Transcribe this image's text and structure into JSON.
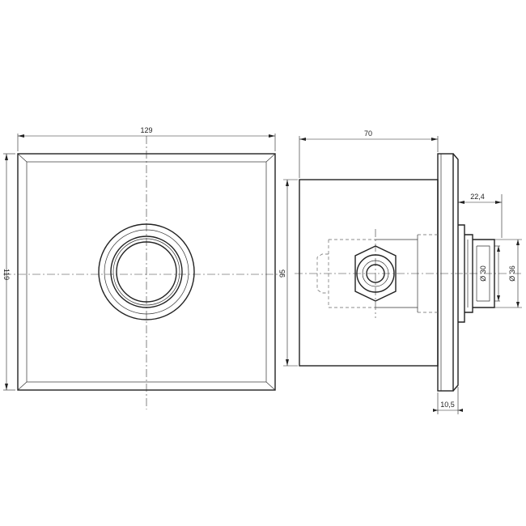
{
  "front_view": {
    "width_dim": "129",
    "height_dim": "119"
  },
  "side_view": {
    "depth_dim": "70",
    "body_height_dim": "95",
    "spout_length_dim": "22,4",
    "inner_diameter_dim": "Ø 30",
    "outer_diameter_dim": "Ø 36",
    "plate_thickness_dim": "10,5"
  }
}
